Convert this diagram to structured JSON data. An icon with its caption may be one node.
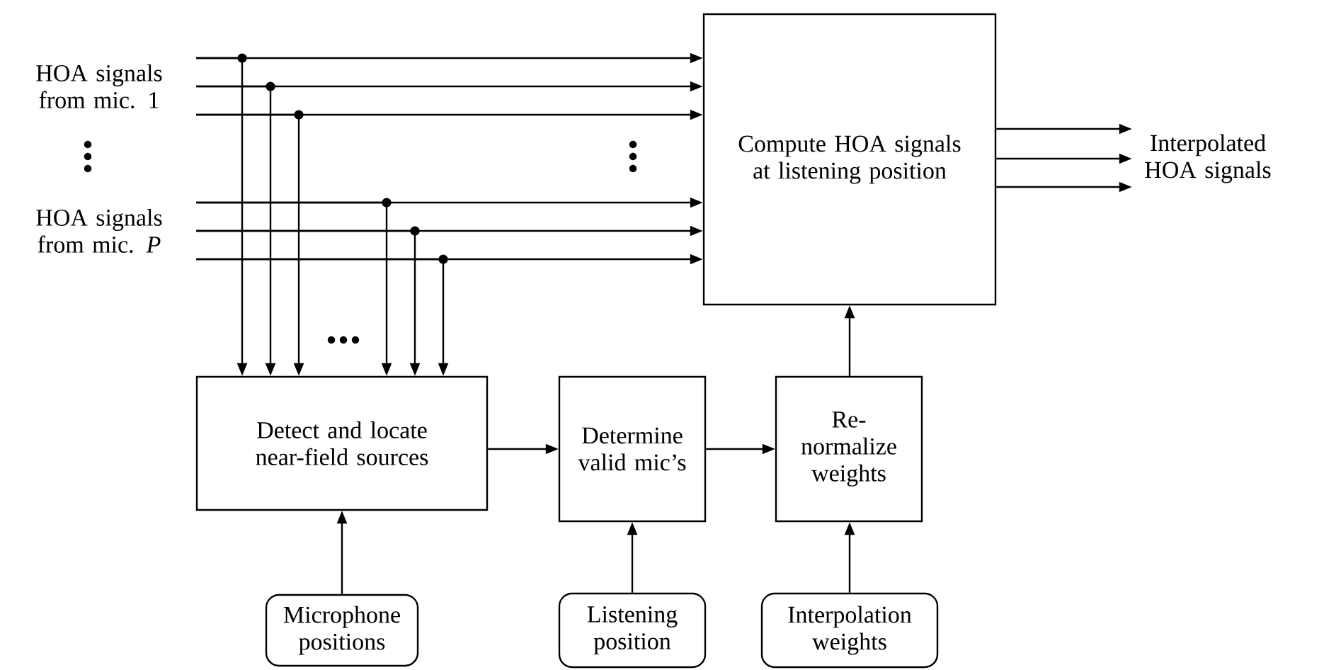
{
  "diagram": {
    "nodes": [
      {
        "text": [
          "HOA signals from mic. 1"
        ]
      },
      {
        "text": [
          "HOA signals from mic. *P*"
        ]
      },
      {
        "text": [
          "Compute HOA signals at listening position"
        ]
      },
      {
        "text": [
          "Interpolated HOA signals"
        ]
      },
      {
        "text": [
          "Detect and locate near-field sources"
        ]
      },
      {
        "text": [
          "Determine valid mic’s"
        ]
      },
      {
        "text": [
          "Re-normalize weights"
        ]
      },
      {
        "text": [
          "Microphone positions"
        ]
      },
      {
        "text": [
          "Listening position"
        ]
      },
      {
        "text": [
          "Interpolation weights"
        ]
      }
    ],
    "edges": [
      {
        "from": 0,
        "to": 2,
        "arrow": "to"
      },
      {
        "from": 0,
        "to": 2,
        "arrow": "to"
      },
      {
        "from": 0,
        "to": 2,
        "arrow": "to"
      },
      {
        "from": 0,
        "to": 4,
        "arrow": "to"
      },
      {
        "from": 0,
        "to": 4,
        "arrow": "to"
      },
      {
        "from": 0,
        "to": 4,
        "arrow": "to"
      },
      {
        "from": 1,
        "to": 2,
        "arrow": "to"
      },
      {
        "from": 1,
        "to": 2,
        "arrow": "to"
      },
      {
        "from": 1,
        "to": 2,
        "arrow": "to"
      },
      {
        "from": 1,
        "to": 4,
        "arrow": "to"
      },
      {
        "from": 1,
        "to": 4,
        "arrow": "to"
      },
      {
        "from": 1,
        "to": 4,
        "arrow": "to"
      },
      {
        "from": 2,
        "to": 3,
        "arrow": "to"
      },
      {
        "from": 2,
        "to": 3,
        "arrow": "to"
      },
      {
        "from": 2,
        "to": 3,
        "arrow": "to"
      },
      {
        "from": 4,
        "to": 5,
        "arrow": "to"
      },
      {
        "from": 5,
        "to": 6,
        "arrow": "to"
      },
      {
        "from": 6,
        "to": 2,
        "arrow": "to"
      },
      {
        "from": 7,
        "to": 4,
        "arrow": "to"
      },
      {
        "from": 8,
        "to": 5,
        "arrow": "to"
      },
      {
        "from": 9,
        "to": 6,
        "arrow": "to"
      }
    ]
  }
}
